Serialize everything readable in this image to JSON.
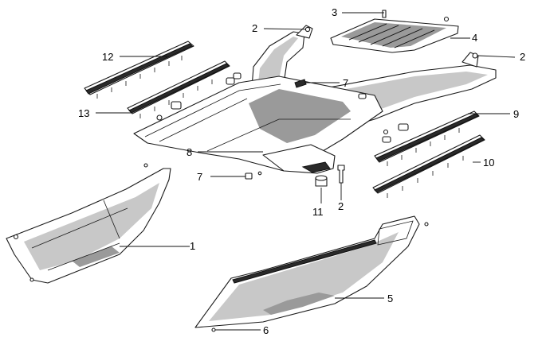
{
  "callouts": [
    {
      "id": "c1",
      "label": "1"
    },
    {
      "id": "c2a",
      "label": "2"
    },
    {
      "id": "c2b",
      "label": "2"
    },
    {
      "id": "c2c",
      "label": "2"
    },
    {
      "id": "c3",
      "label": "3"
    },
    {
      "id": "c4",
      "label": "4"
    },
    {
      "id": "c5",
      "label": "5"
    },
    {
      "id": "c6",
      "label": "6"
    },
    {
      "id": "c7a",
      "label": "7"
    },
    {
      "id": "c7b",
      "label": "7"
    },
    {
      "id": "c8",
      "label": "8"
    },
    {
      "id": "c9",
      "label": "9"
    },
    {
      "id": "c10",
      "label": "10"
    },
    {
      "id": "c11",
      "label": "11"
    },
    {
      "id": "c12",
      "label": "12"
    },
    {
      "id": "c13",
      "label": "13"
    }
  ]
}
